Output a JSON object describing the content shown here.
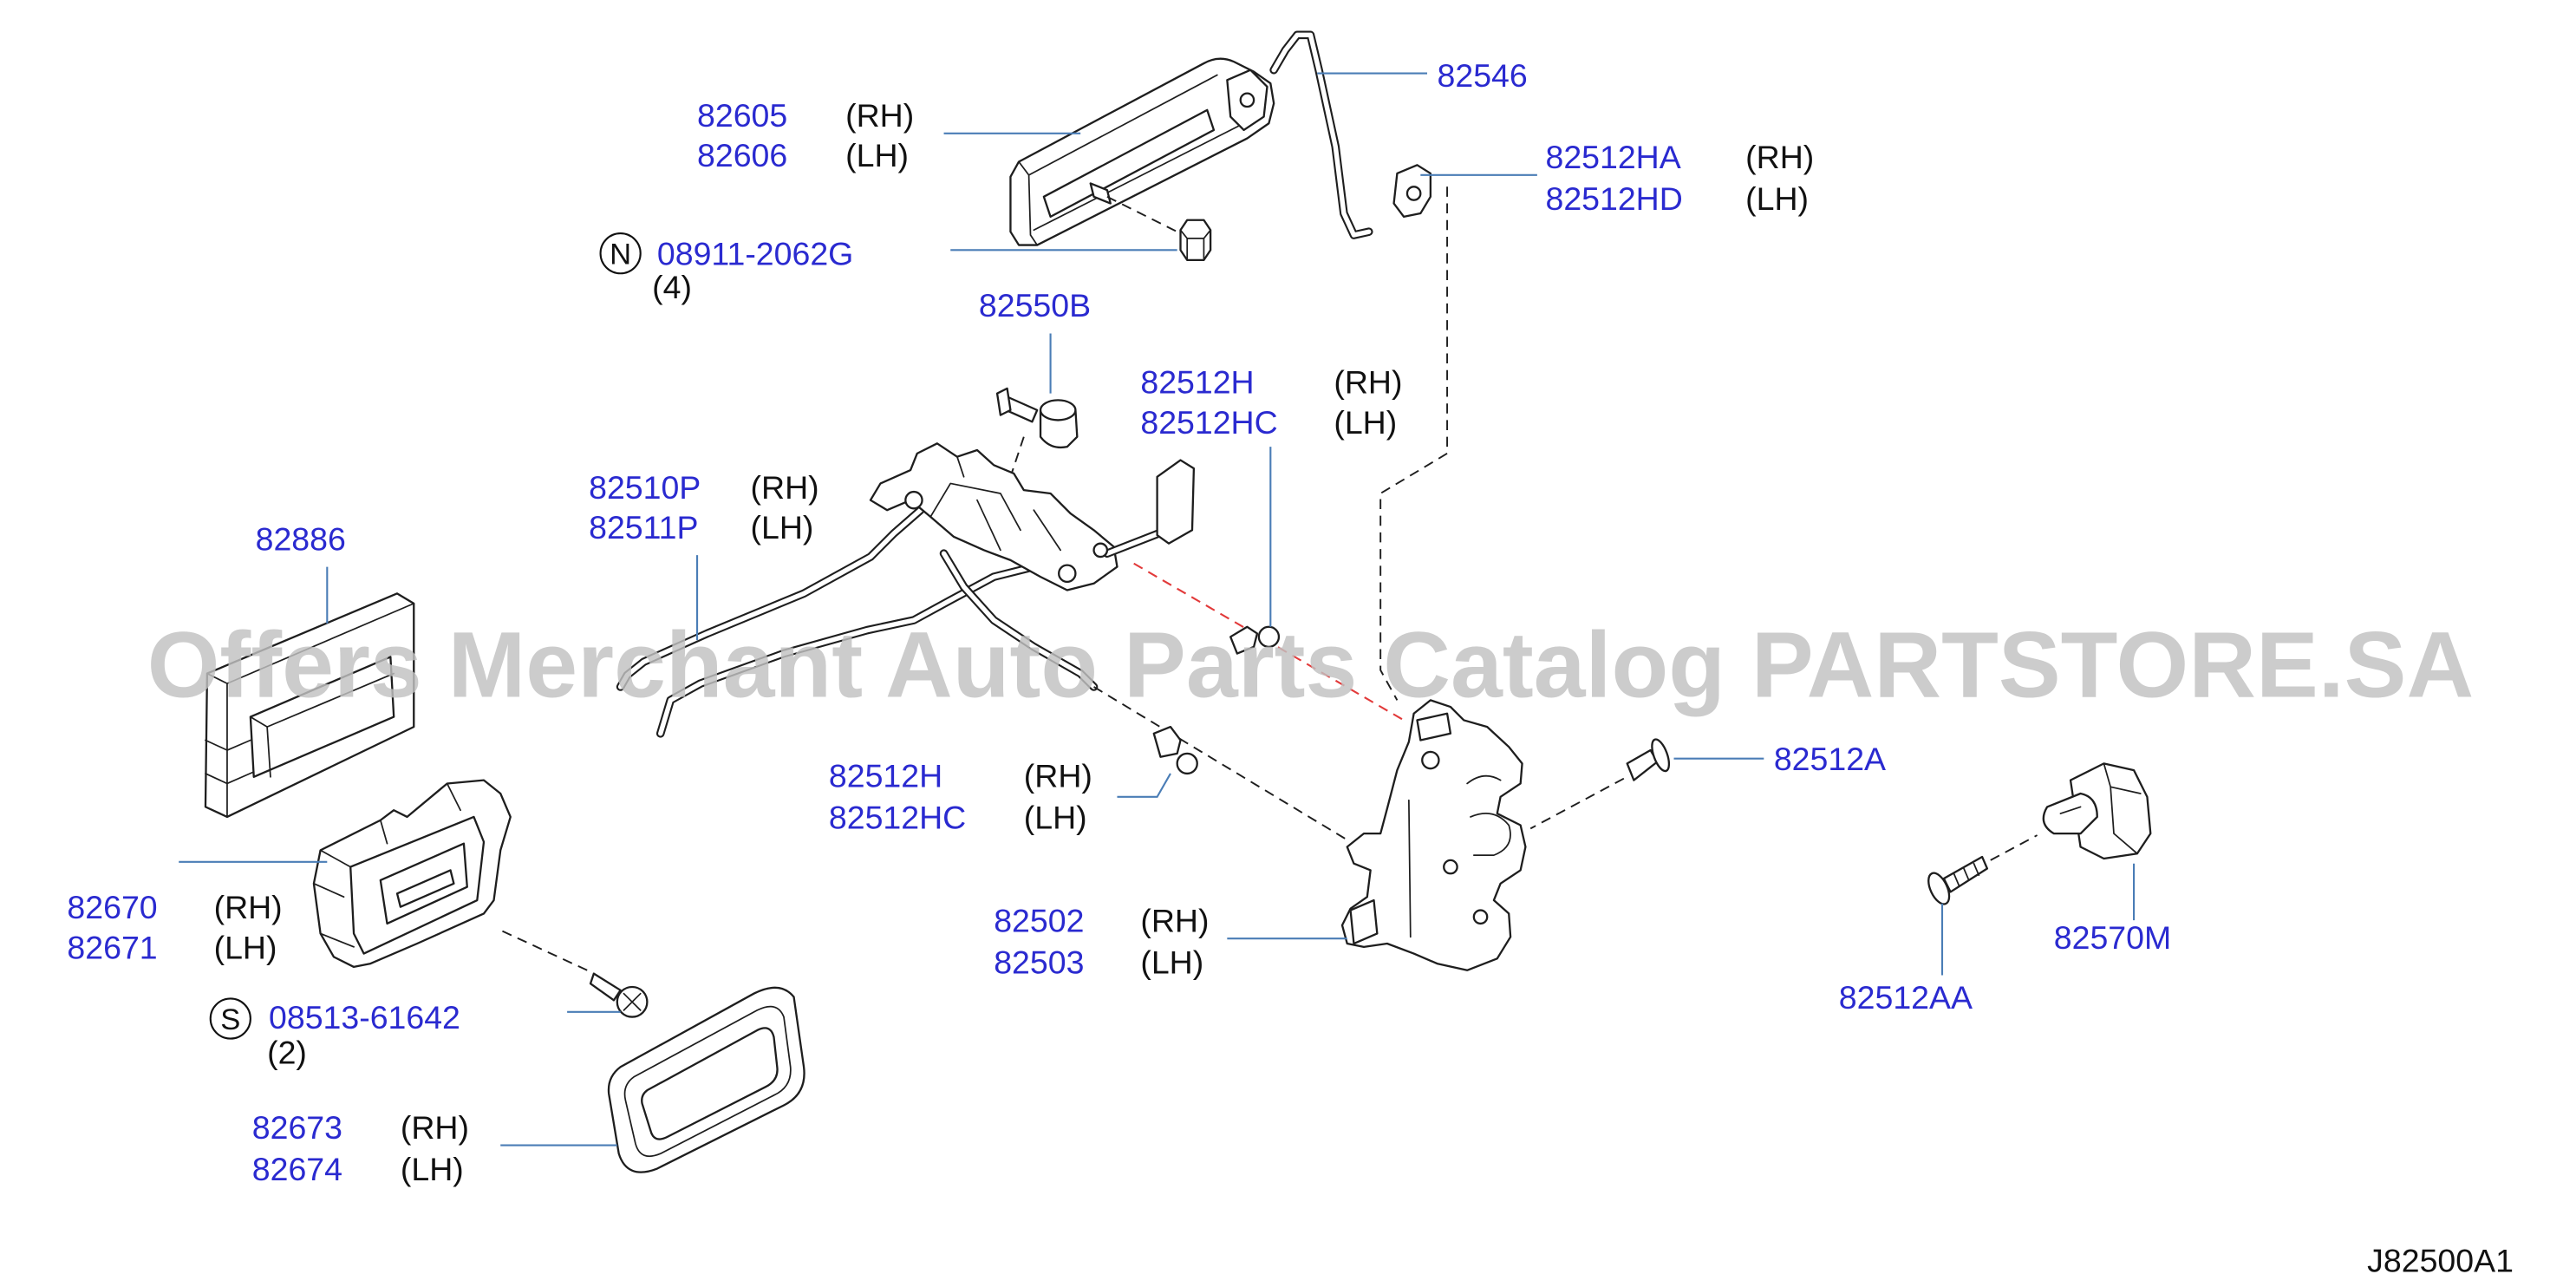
{
  "diagram_code": "J82500A1",
  "watermark": "Offers Merchant Auto Parts Catalog PARTSTORE.SA",
  "colors": {
    "part_number": "#2a2ad0",
    "text": "#111111",
    "line": "#1e1e1e",
    "leader": "#4a7db6",
    "highlight": "#e23a3a",
    "watermark": "#c2c2c2",
    "background": "#ffffff"
  },
  "callouts": [
    {
      "parts": [
        {
          "number": "82605",
          "side": "(RH)"
        },
        {
          "number": "82606",
          "side": "(LH)"
        }
      ]
    },
    {
      "parts": [
        {
          "number": "82546"
        }
      ]
    },
    {
      "symbol": "N",
      "parts": [
        {
          "number": "08911-2062G"
        }
      ],
      "qty": "(4)"
    },
    {
      "parts": [
        {
          "number": "82512HA",
          "side": "(RH)"
        },
        {
          "number": "82512HD",
          "side": "(LH)"
        }
      ]
    },
    {
      "parts": [
        {
          "number": "82550B"
        }
      ]
    },
    {
      "parts": [
        {
          "number": "82512H",
          "side": "(RH)"
        },
        {
          "number": "82512HC",
          "side": "(LH)"
        }
      ]
    },
    {
      "parts": [
        {
          "number": "82510P",
          "side": "(RH)"
        },
        {
          "number": "82511P",
          "side": "(LH)"
        }
      ]
    },
    {
      "parts": [
        {
          "number": "82886"
        }
      ]
    },
    {
      "parts": [
        {
          "number": "82670",
          "side": "(RH)"
        },
        {
          "number": "82671",
          "side": "(LH)"
        }
      ]
    },
    {
      "symbol": "S",
      "parts": [
        {
          "number": "08513-61642"
        }
      ],
      "qty": "(2)"
    },
    {
      "parts": [
        {
          "number": "82673",
          "side": "(RH)"
        },
        {
          "number": "82674",
          "side": "(LH)"
        }
      ]
    },
    {
      "parts": [
        {
          "number": "82512H",
          "side": "(RH)"
        },
        {
          "number": "82512HC",
          "side": "(LH)"
        }
      ]
    },
    {
      "parts": [
        {
          "number": "82502",
          "side": "(RH)"
        },
        {
          "number": "82503",
          "side": "(LH)"
        }
      ]
    },
    {
      "parts": [
        {
          "number": "82512A"
        }
      ]
    },
    {
      "parts": [
        {
          "number": "82570M"
        }
      ]
    },
    {
      "parts": [
        {
          "number": "82512AA"
        }
      ]
    }
  ]
}
